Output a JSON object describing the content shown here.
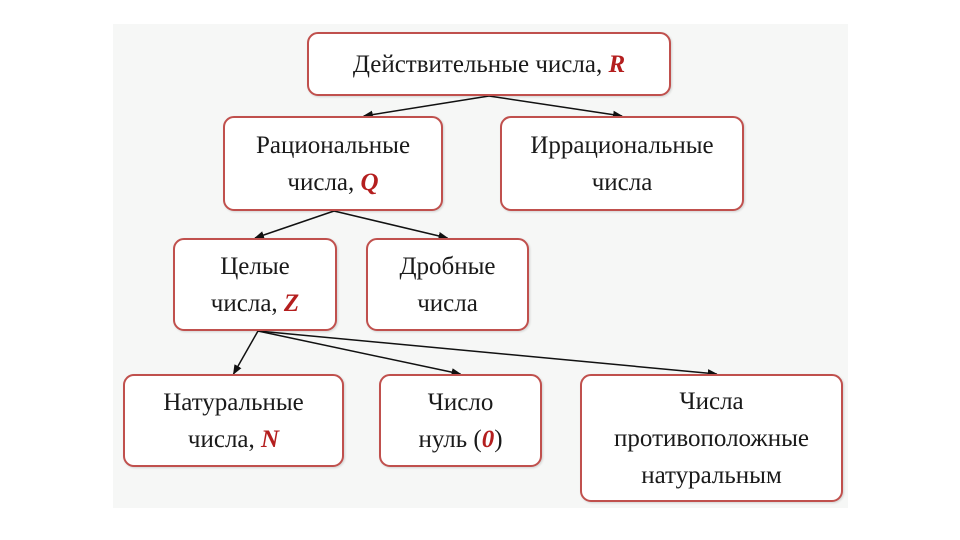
{
  "colors": {
    "border": "#c0504d",
    "symbol": "#b41e1e",
    "text": "#1a1a1a",
    "panel": "#f6f7f6"
  },
  "nodes": {
    "real": {
      "text": "Действительные числа, ",
      "symbol": "R"
    },
    "rational": {
      "line1": "Рациональные",
      "line2": "числа, ",
      "symbol": "Q"
    },
    "irrational": {
      "line1": "Иррациональные",
      "line2": "числа"
    },
    "integer": {
      "line1": "Целые",
      "line2": "числа, ",
      "symbol": "Z"
    },
    "fraction": {
      "line1": "Дробные",
      "line2": "числа"
    },
    "natural": {
      "line1": "Натуральные",
      "line2": "числа, ",
      "symbol": "N"
    },
    "zero": {
      "line1": "Число",
      "line2_prefix": "нуль (",
      "symbol": "0",
      "line2_suffix": ")"
    },
    "opposite": {
      "line1": "Числа",
      "line2": "противоположные",
      "line3": "натуральным"
    }
  },
  "edges": [
    {
      "from": "real",
      "to": "rational"
    },
    {
      "from": "real",
      "to": "irrational"
    },
    {
      "from": "rational",
      "to": "integer"
    },
    {
      "from": "rational",
      "to": "fraction"
    },
    {
      "from": "integer",
      "to": "natural"
    },
    {
      "from": "integer",
      "to": "zero"
    },
    {
      "from": "integer",
      "to": "opposite"
    }
  ]
}
